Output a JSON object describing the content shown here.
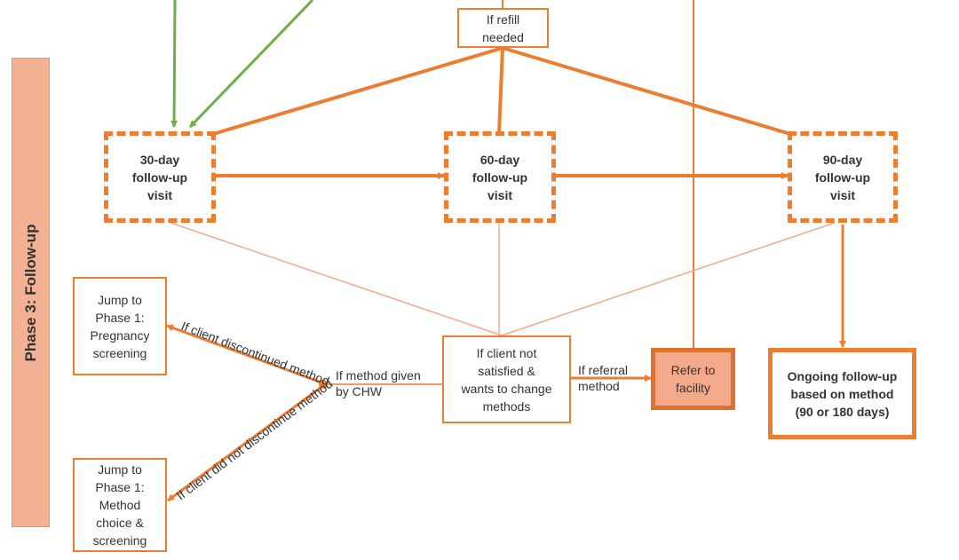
{
  "phase_label": "Phase 3: Follow-up",
  "nodes": {
    "refill": "If refill\nneeded",
    "visit_30": "30-day\nfollow-up\nvisit",
    "visit_60": "60-day\nfollow-up\nvisit",
    "visit_90": "90-day\nfollow-up\nvisit",
    "jump_screening": "Jump to\nPhase 1:\nPregnancy\nscreening",
    "jump_method": "Jump to\nPhase 1:\nMethod\nchoice &\nscreening",
    "not_satisfied": "If client not\nsatisfied &\nwants to change\nmethods",
    "refer_facility": "Refer to\nfacility",
    "ongoing": "Ongoing follow-up\nbased on method\n(90 or 180 days)"
  },
  "edge_labels": {
    "method_given": "If method given\nby CHW",
    "referral": "If referral\nmethod",
    "discontinued": "If client discontinued\nmethod",
    "not_discontinued": "If client did not discontinue\nmethod"
  },
  "colors": {
    "orange": "#ed7d31",
    "light_orange": "#f4a98a",
    "green": "#70ad47",
    "phase_bar": "#f3b293"
  }
}
